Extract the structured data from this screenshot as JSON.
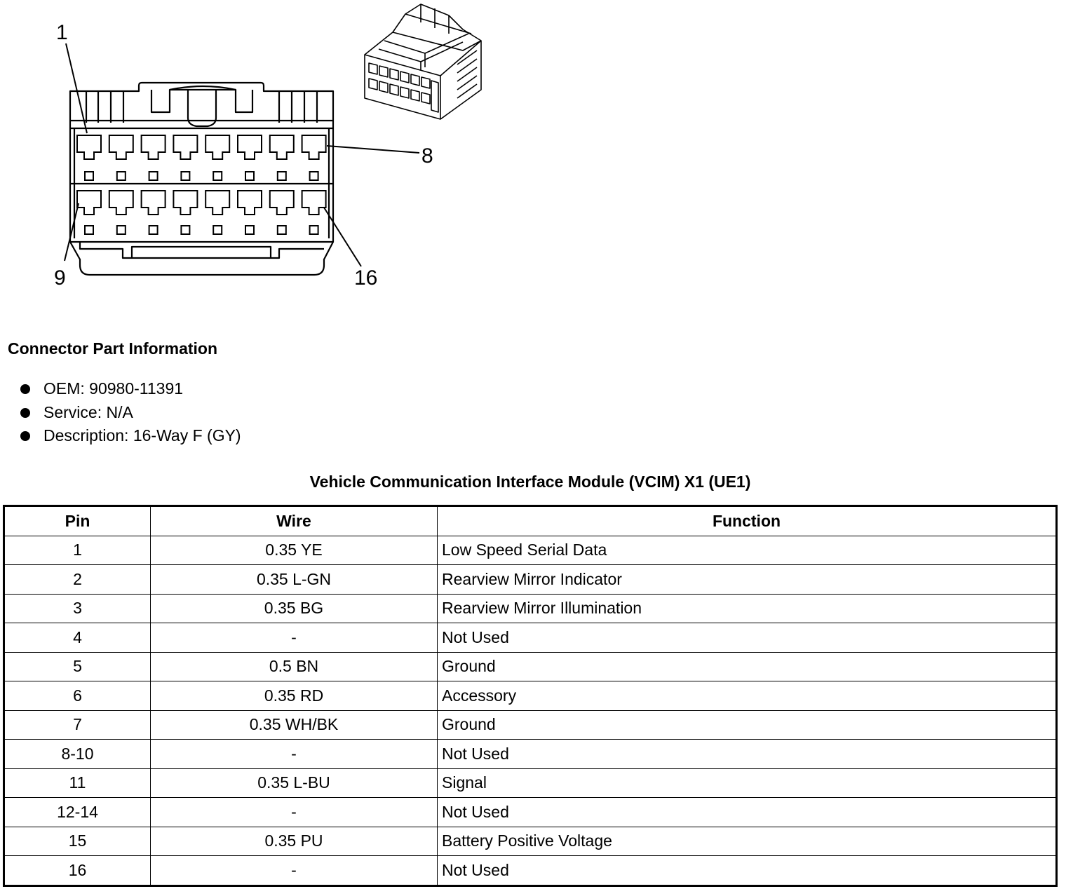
{
  "diagram": {
    "pin_callouts": [
      "1",
      "8",
      "9",
      "16"
    ]
  },
  "part_info": {
    "heading": "Connector Part Information",
    "items": [
      "OEM: 90980-11391",
      "Service: N/A",
      "Description: 16-Way F (GY)"
    ]
  },
  "table": {
    "title": "Vehicle Communication Interface Module (VCIM) X1 (UE1)",
    "headers": [
      "Pin",
      "Wire",
      "Function"
    ],
    "rows": [
      {
        "pin": "1",
        "wire": "0.35 YE",
        "function": "Low Speed Serial Data"
      },
      {
        "pin": "2",
        "wire": "0.35 L-GN",
        "function": "Rearview Mirror Indicator"
      },
      {
        "pin": "3",
        "wire": "0.35 BG",
        "function": "Rearview Mirror Illumination"
      },
      {
        "pin": "4",
        "wire": "-",
        "function": "Not Used"
      },
      {
        "pin": "5",
        "wire": "0.5 BN",
        "function": "Ground"
      },
      {
        "pin": "6",
        "wire": "0.35 RD",
        "function": "Accessory"
      },
      {
        "pin": "7",
        "wire": "0.35 WH/BK",
        "function": "Ground"
      },
      {
        "pin": "8-10",
        "wire": "-",
        "function": "Not Used"
      },
      {
        "pin": "11",
        "wire": "0.35 L-BU",
        "function": "Signal"
      },
      {
        "pin": "12-14",
        "wire": "-",
        "function": "Not Used"
      },
      {
        "pin": "15",
        "wire": "0.35 PU",
        "function": "Battery Positive Voltage"
      },
      {
        "pin": "16",
        "wire": "-",
        "function": "Not Used"
      }
    ]
  }
}
